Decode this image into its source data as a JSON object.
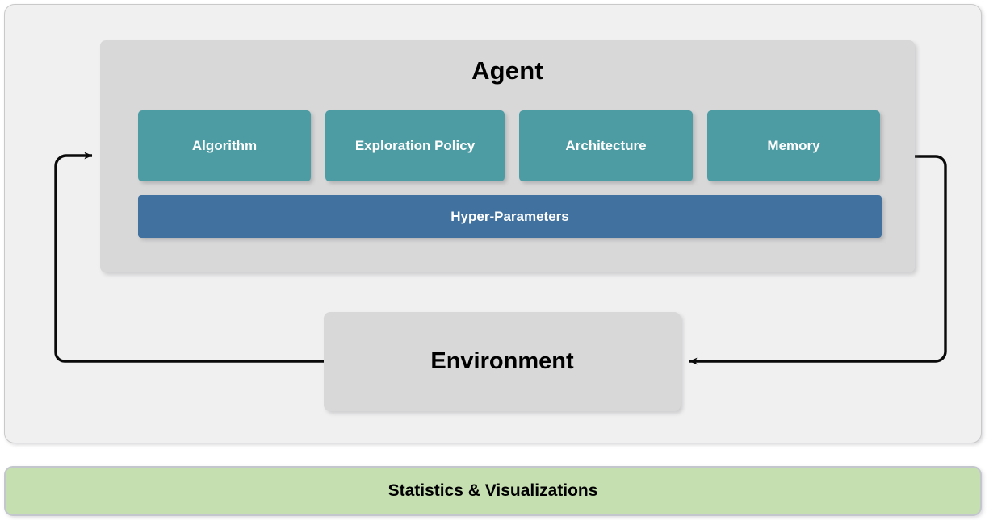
{
  "diagram": {
    "title_semantics": "reinforcement-learning-framework",
    "outer_panel": {},
    "agent": {
      "title": "Agent",
      "components": [
        {
          "label": "Algorithm"
        },
        {
          "label": "Exploration Policy"
        },
        {
          "label": "Architecture"
        },
        {
          "label": "Memory"
        }
      ],
      "hyper_parameters": {
        "label": "Hyper-Parameters"
      }
    },
    "environment": {
      "label": "Environment"
    },
    "footer": {
      "label": "Statistics & Visualizations"
    },
    "arrows": [
      {
        "name": "environment-to-agent",
        "direction": "right",
        "description": "loops from environment left side up into agent left edge"
      },
      {
        "name": "agent-to-environment",
        "direction": "left",
        "description": "loops from agent right edge down into environment right edge"
      }
    ],
    "colors": {
      "outer_panel_bg": "#f0f0f0",
      "outer_panel_border": "#c9c9c9",
      "agent_panel_bg": "#d8d8d8",
      "component_box_bg": "#4d9ca4",
      "component_box_text": "#ffffff",
      "hyper_parameters_bg": "#41729f",
      "hyper_parameters_text": "#ffffff",
      "environment_bg": "#d8d8d8",
      "environment_text": "#000000",
      "footer_bg": "#c5dfb0",
      "footer_border": "#c3c6cc",
      "arrow_stroke": "#0a0a0a"
    }
  }
}
